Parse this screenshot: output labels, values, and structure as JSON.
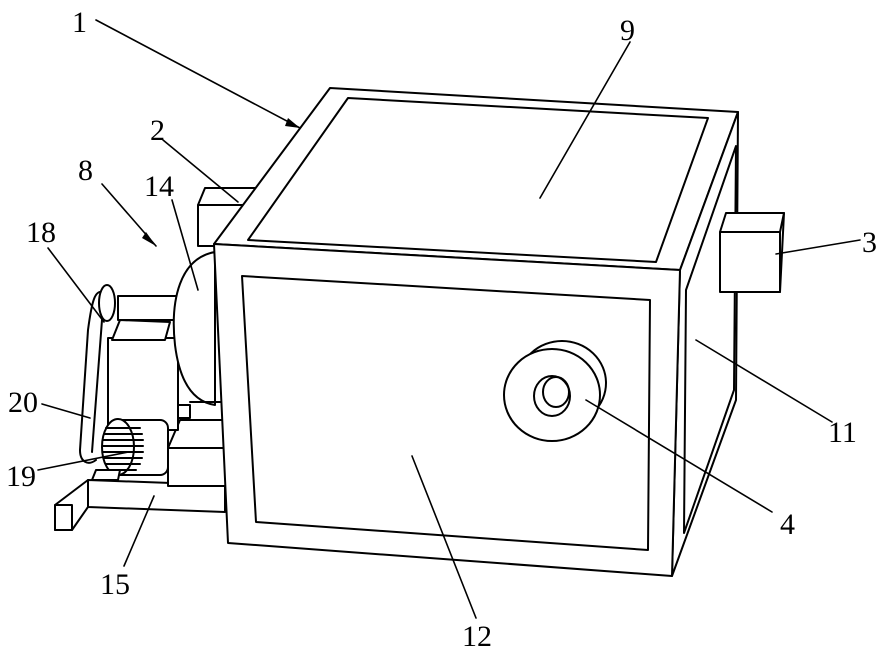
{
  "labels": {
    "l1": "1",
    "l2": "2",
    "l3": "3",
    "l4": "4",
    "l8": "8",
    "l9": "9",
    "l11": "11",
    "l12": "12",
    "l14": "14",
    "l15": "15",
    "l18": "18",
    "l19": "19",
    "l20": "20"
  }
}
